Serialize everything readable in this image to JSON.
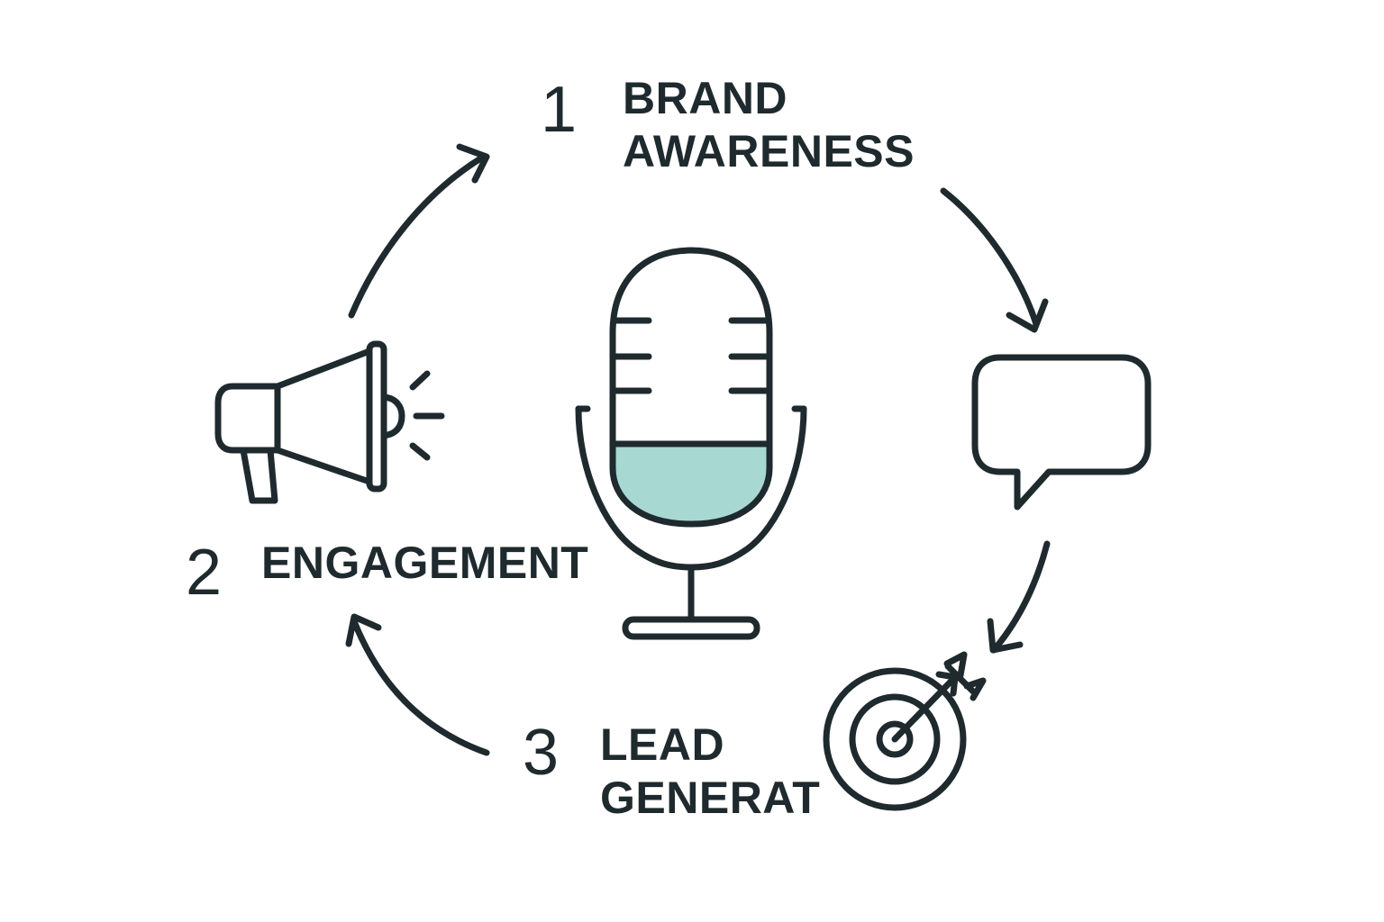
{
  "colors": {
    "ink": "#1f2a2e",
    "mic_fill": "#a8d8d2",
    "background": "#ffffff"
  },
  "steps": [
    {
      "number": "1",
      "label": "BRAND\nAWARENESS"
    },
    {
      "number": "2",
      "label": "ENGAGEMENT"
    },
    {
      "number": "3",
      "label": "LEAD\nGENERAT"
    }
  ],
  "icons": {
    "center": "microphone-icon",
    "engagement": "megaphone-icon",
    "awareness_to_lead": "speech-bubble-icon",
    "lead": "target-icon"
  }
}
